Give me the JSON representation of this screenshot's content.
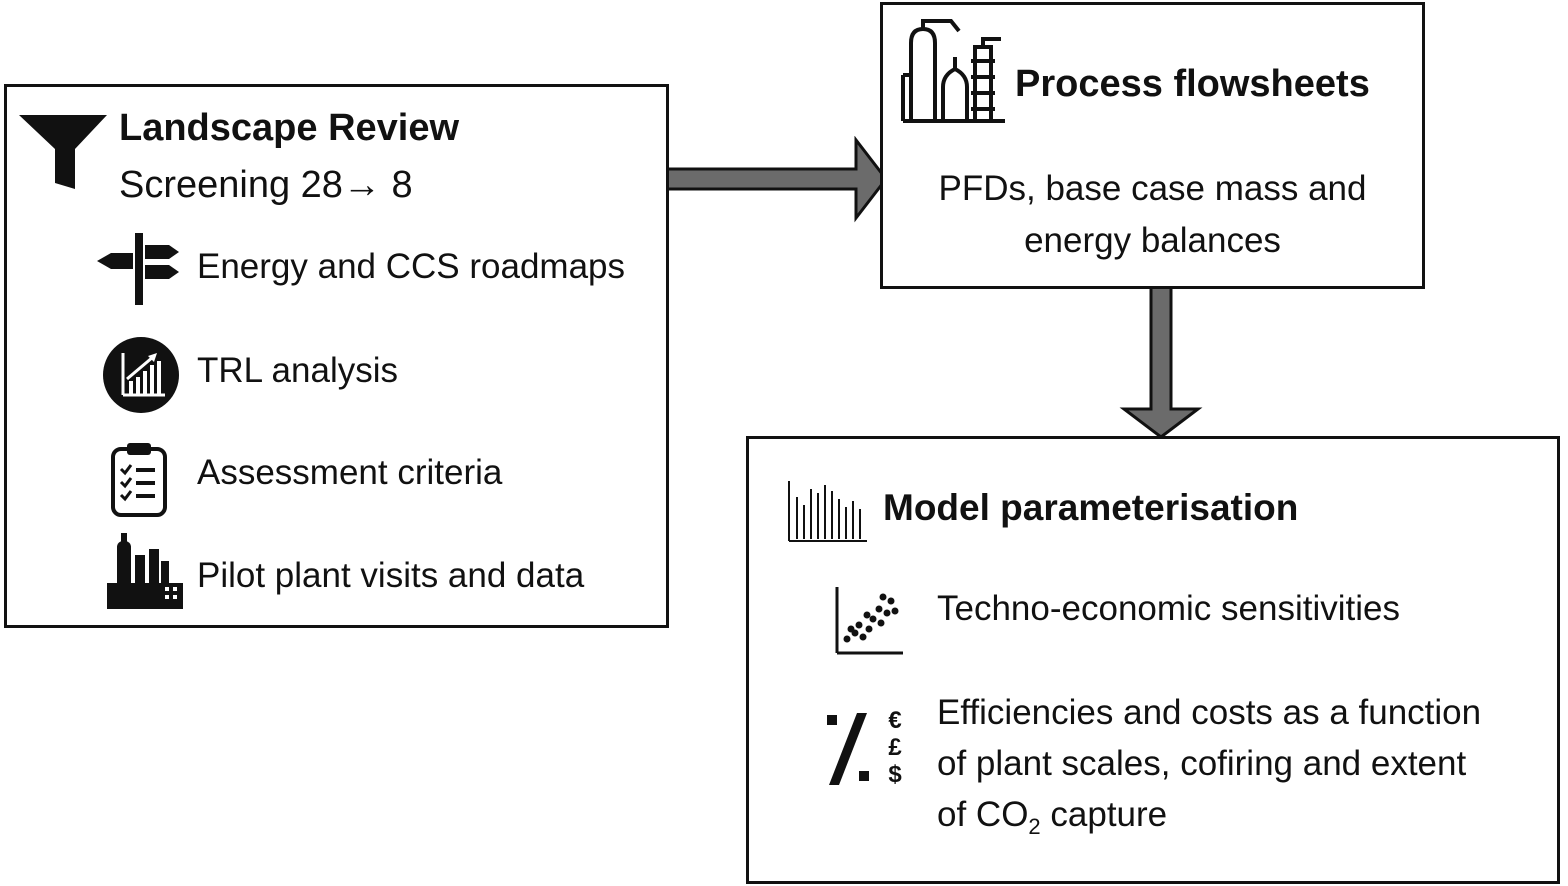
{
  "landscape": {
    "title": "Landscape Review",
    "subtitle": "Screening 28→ 8",
    "items": [
      {
        "label": "Energy and CCS roadmaps",
        "icon": "signpost-icon"
      },
      {
        "label": "TRL analysis",
        "icon": "growth-chart-icon"
      },
      {
        "label": "Assessment criteria",
        "icon": "checklist-icon"
      },
      {
        "label": "Pilot plant visits and data",
        "icon": "factory-icon"
      }
    ]
  },
  "process": {
    "title": "Process flowsheets",
    "desc_line1": "PFDs, base case mass and",
    "desc_line2": "energy balances"
  },
  "model": {
    "title": "Model parameterisation",
    "item1": "Techno-economic sensitivities",
    "item2_line1": "Efficiencies and costs as a function",
    "item2_line2": "of plant scales, cofiring and extent",
    "item2_line3_pre": "of CO",
    "item2_line3_sub": "2",
    "item2_line3_post": " capture",
    "currency_symbols": [
      "€",
      "£",
      "$"
    ]
  },
  "colors": {
    "arrow_fill": "#6b6b6b",
    "stroke": "#111111"
  }
}
